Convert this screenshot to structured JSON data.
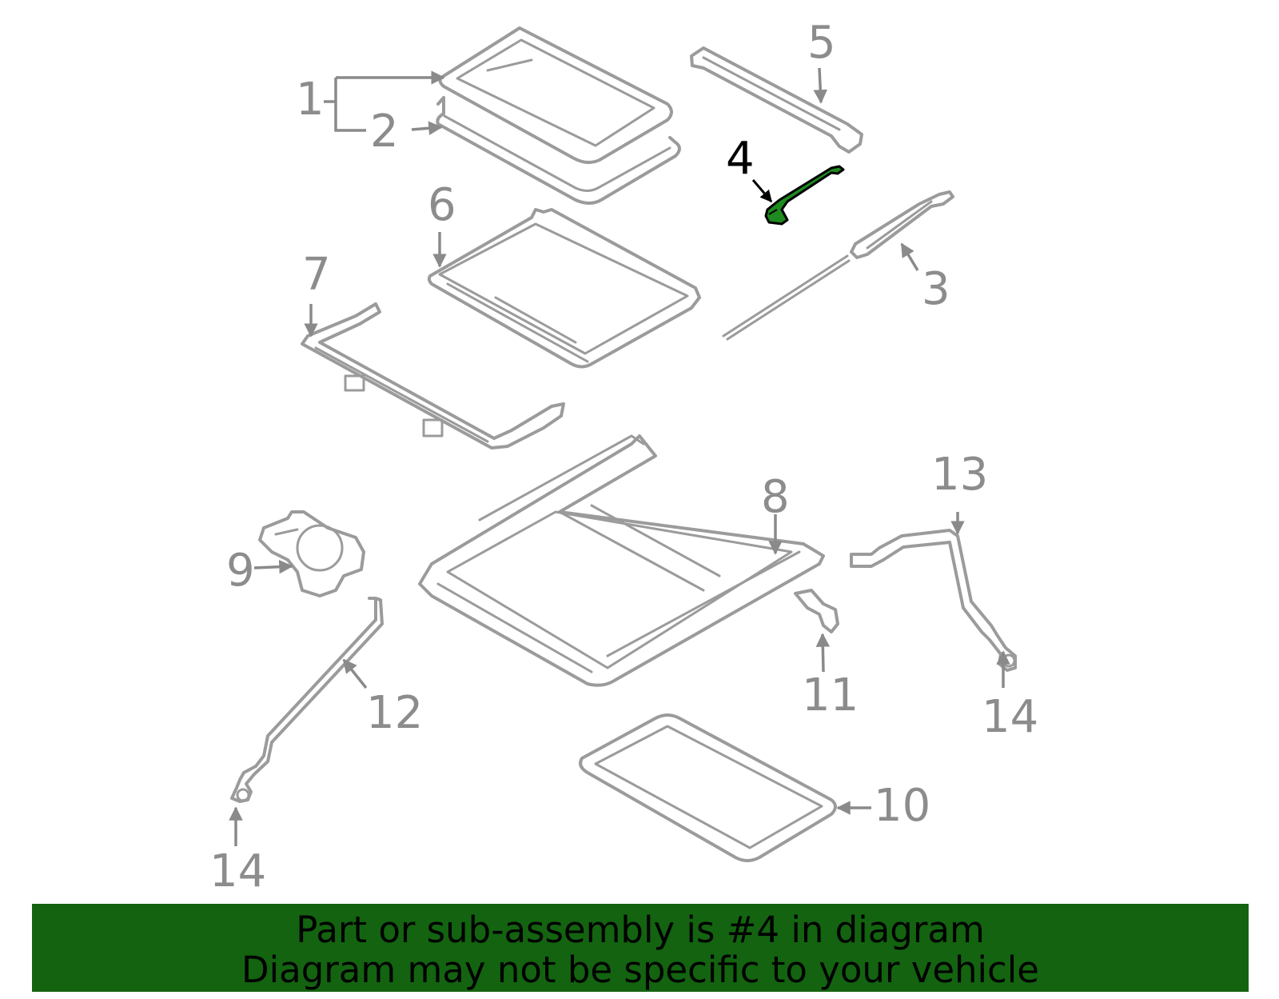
{
  "callouts": {
    "c1": "1",
    "c2": "2",
    "c3": "3",
    "c4": "4",
    "c5": "5",
    "c6": "6",
    "c7": "7",
    "c8": "8",
    "c9": "9",
    "c10": "10",
    "c11": "11",
    "c12": "12",
    "c13": "13",
    "c14a": "14",
    "c14b": "14"
  },
  "highlighted_part": "4",
  "banner": {
    "line1": "Part or sub-assembly is #4 in diagram",
    "line2": "Diagram may not be specific to your vehicle"
  },
  "colors": {
    "banner_bg": "#136310",
    "highlight": "#1f8a1f",
    "part_stroke": "#9b9b9b"
  }
}
